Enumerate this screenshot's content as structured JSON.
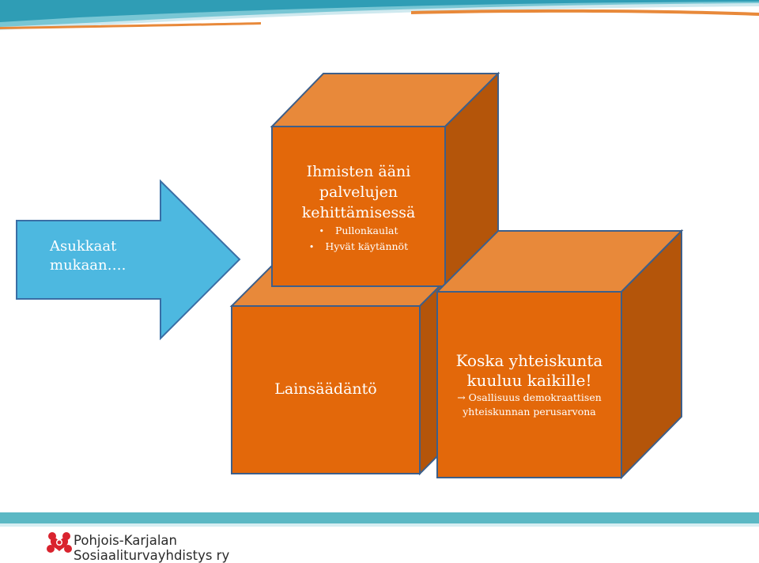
{
  "arrow": {
    "label_line1": "Asukkaat",
    "label_line2": "mukaan…."
  },
  "top_cube": {
    "title_line1": "Ihmisten ääni",
    "title_line2": "palvelujen",
    "title_line3": "kehittämisessä",
    "bullets": [
      "Pullonkaulat",
      "Hyvät käytännöt"
    ]
  },
  "left_cube": {
    "label": "Lainsäädäntö"
  },
  "right_cube": {
    "title_line1": "Koska yhteiskunta",
    "title_line2": "kuuluu kaikille!",
    "sub_line1": "→ Osallisuus demokraattisen",
    "sub_line2": "yhteiskunnan perusarvona"
  },
  "logo": {
    "line1": "Pohjois-Karjalan",
    "line2": "Sosiaaliturvayhdistys ry",
    "icon": "flower-heart-icon"
  },
  "colors": {
    "cube_front": "#e3680a",
    "cube_top": "#e8893a",
    "cube_side": "#b4550a",
    "cube_border": "#3d5f8a",
    "arrow_fill": "#4db8e0",
    "arrow_border": "#3a6ea5",
    "teal_band": "#5bb8c4",
    "logo_red": "#d9232e"
  }
}
